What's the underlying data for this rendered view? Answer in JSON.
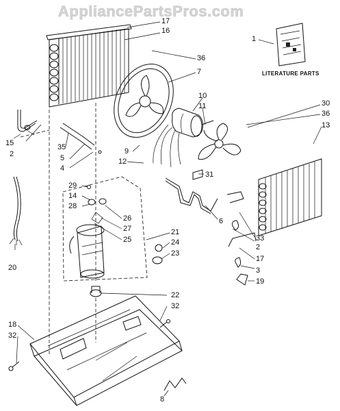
{
  "watermark": "AppliancePartsPros.com",
  "literature_label": "LITERATURE PARTS",
  "callouts": {
    "c1": "1",
    "c2a": "2",
    "c2b": "2",
    "c3": "3",
    "c4": "4",
    "c5": "5",
    "c6": "6",
    "c7": "7",
    "c8": "8",
    "c9": "9",
    "c10": "10",
    "c11": "11",
    "c12": "12",
    "c13": "13",
    "c14": "14",
    "c15": "15",
    "c16": "16",
    "c17a": "17",
    "c17b": "17",
    "c18": "18",
    "c19": "19",
    "c20": "20",
    "c21": "21",
    "c22": "22",
    "c23": "23",
    "c24": "24",
    "c25": "25",
    "c26": "26",
    "c27": "27",
    "c28": "28",
    "c29": "29",
    "c30": "30",
    "c31": "31",
    "c32a": "32",
    "c32b": "32",
    "c33": "33",
    "c35": "35",
    "c36a": "36",
    "c36b": "36"
  }
}
